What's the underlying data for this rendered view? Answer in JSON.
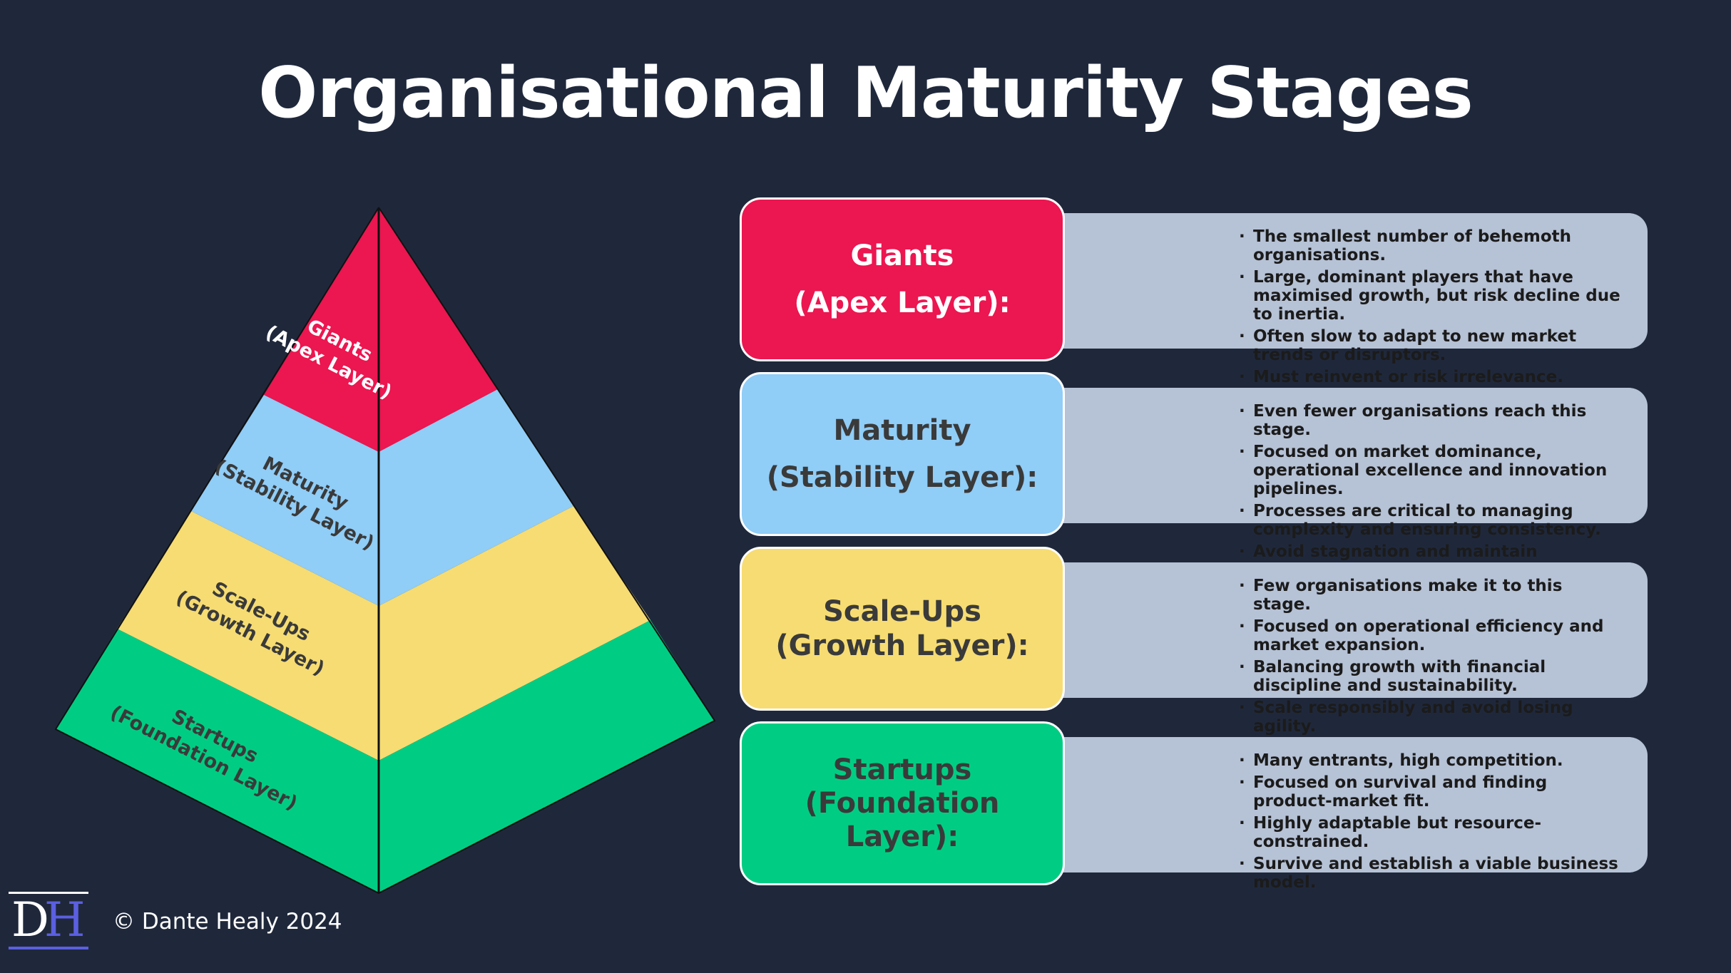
{
  "title": "Organisational Maturity Stages",
  "pyramid": {
    "layers": [
      {
        "id": "giants",
        "line1": "Giants",
        "line2": "(Apex Layer)",
        "color_left": "#ec1650",
        "color_right": "#ec1650",
        "text_color": "#ffffff"
      },
      {
        "id": "maturity",
        "line1": "Maturity",
        "line2": "(Stability Layer)",
        "color_left": "#90cdf7",
        "color_right": "#90cdf7",
        "text_color": "#3a3a3a"
      },
      {
        "id": "scaleups",
        "line1": "Scale-Ups",
        "line2": "(Growth Layer)",
        "color_left": "#f6dc72",
        "color_right": "#f6dc72",
        "text_color": "#3a3a3a"
      },
      {
        "id": "startups",
        "line1": "Startups",
        "line2": "(Foundation Layer)",
        "color_left": "#00cd83",
        "color_right": "#00cd83",
        "text_color": "#3a3a3a"
      }
    ]
  },
  "stages": [
    {
      "id": "giants",
      "name": "Giants",
      "layer": "(Apex Layer):",
      "color": "#ec1650",
      "bullets": [
        "The smallest number of behemoth organisations.",
        "Large, dominant players that have maximised growth, but risk decline due to inertia.",
        "Often slow to adapt to new market trends or disruptors.",
        "Must reinvent or risk irrelevance."
      ]
    },
    {
      "id": "maturity",
      "name": "Maturity",
      "layer": "(Stability Layer):",
      "color": "#90cdf7",
      "bullets": [
        "Even fewer organisations reach this stage.",
        "Focused on market dominance, operational excellence and innovation pipelines.",
        "Processes are critical to managing complexity and ensuring consistency.",
        "Avoid stagnation and maintain relevance."
      ]
    },
    {
      "id": "scaleups",
      "name": "Scale-Ups",
      "layer": "(Growth Layer):",
      "color": "#f6dc72",
      "bullets": [
        "Few organisations make it to this stage.",
        "Focused on operational efficiency and market expansion.",
        "Balancing growth with financial discipline and sustainability.",
        "Scale responsibly and avoid losing agility."
      ]
    },
    {
      "id": "startups",
      "name": "Startups",
      "layer_line1": "(Foundation",
      "layer_line2": "Layer):",
      "color": "#00cd83",
      "bullets": [
        "Many entrants, high competition.",
        "Focused on survival and finding product-market fit.",
        "Highly adaptable but resource-constrained.",
        "Survive and establish a viable business model."
      ]
    }
  ],
  "footer": {
    "logo_left": "D",
    "logo_right": "H",
    "copyright": "© Dante Healy 2024"
  }
}
